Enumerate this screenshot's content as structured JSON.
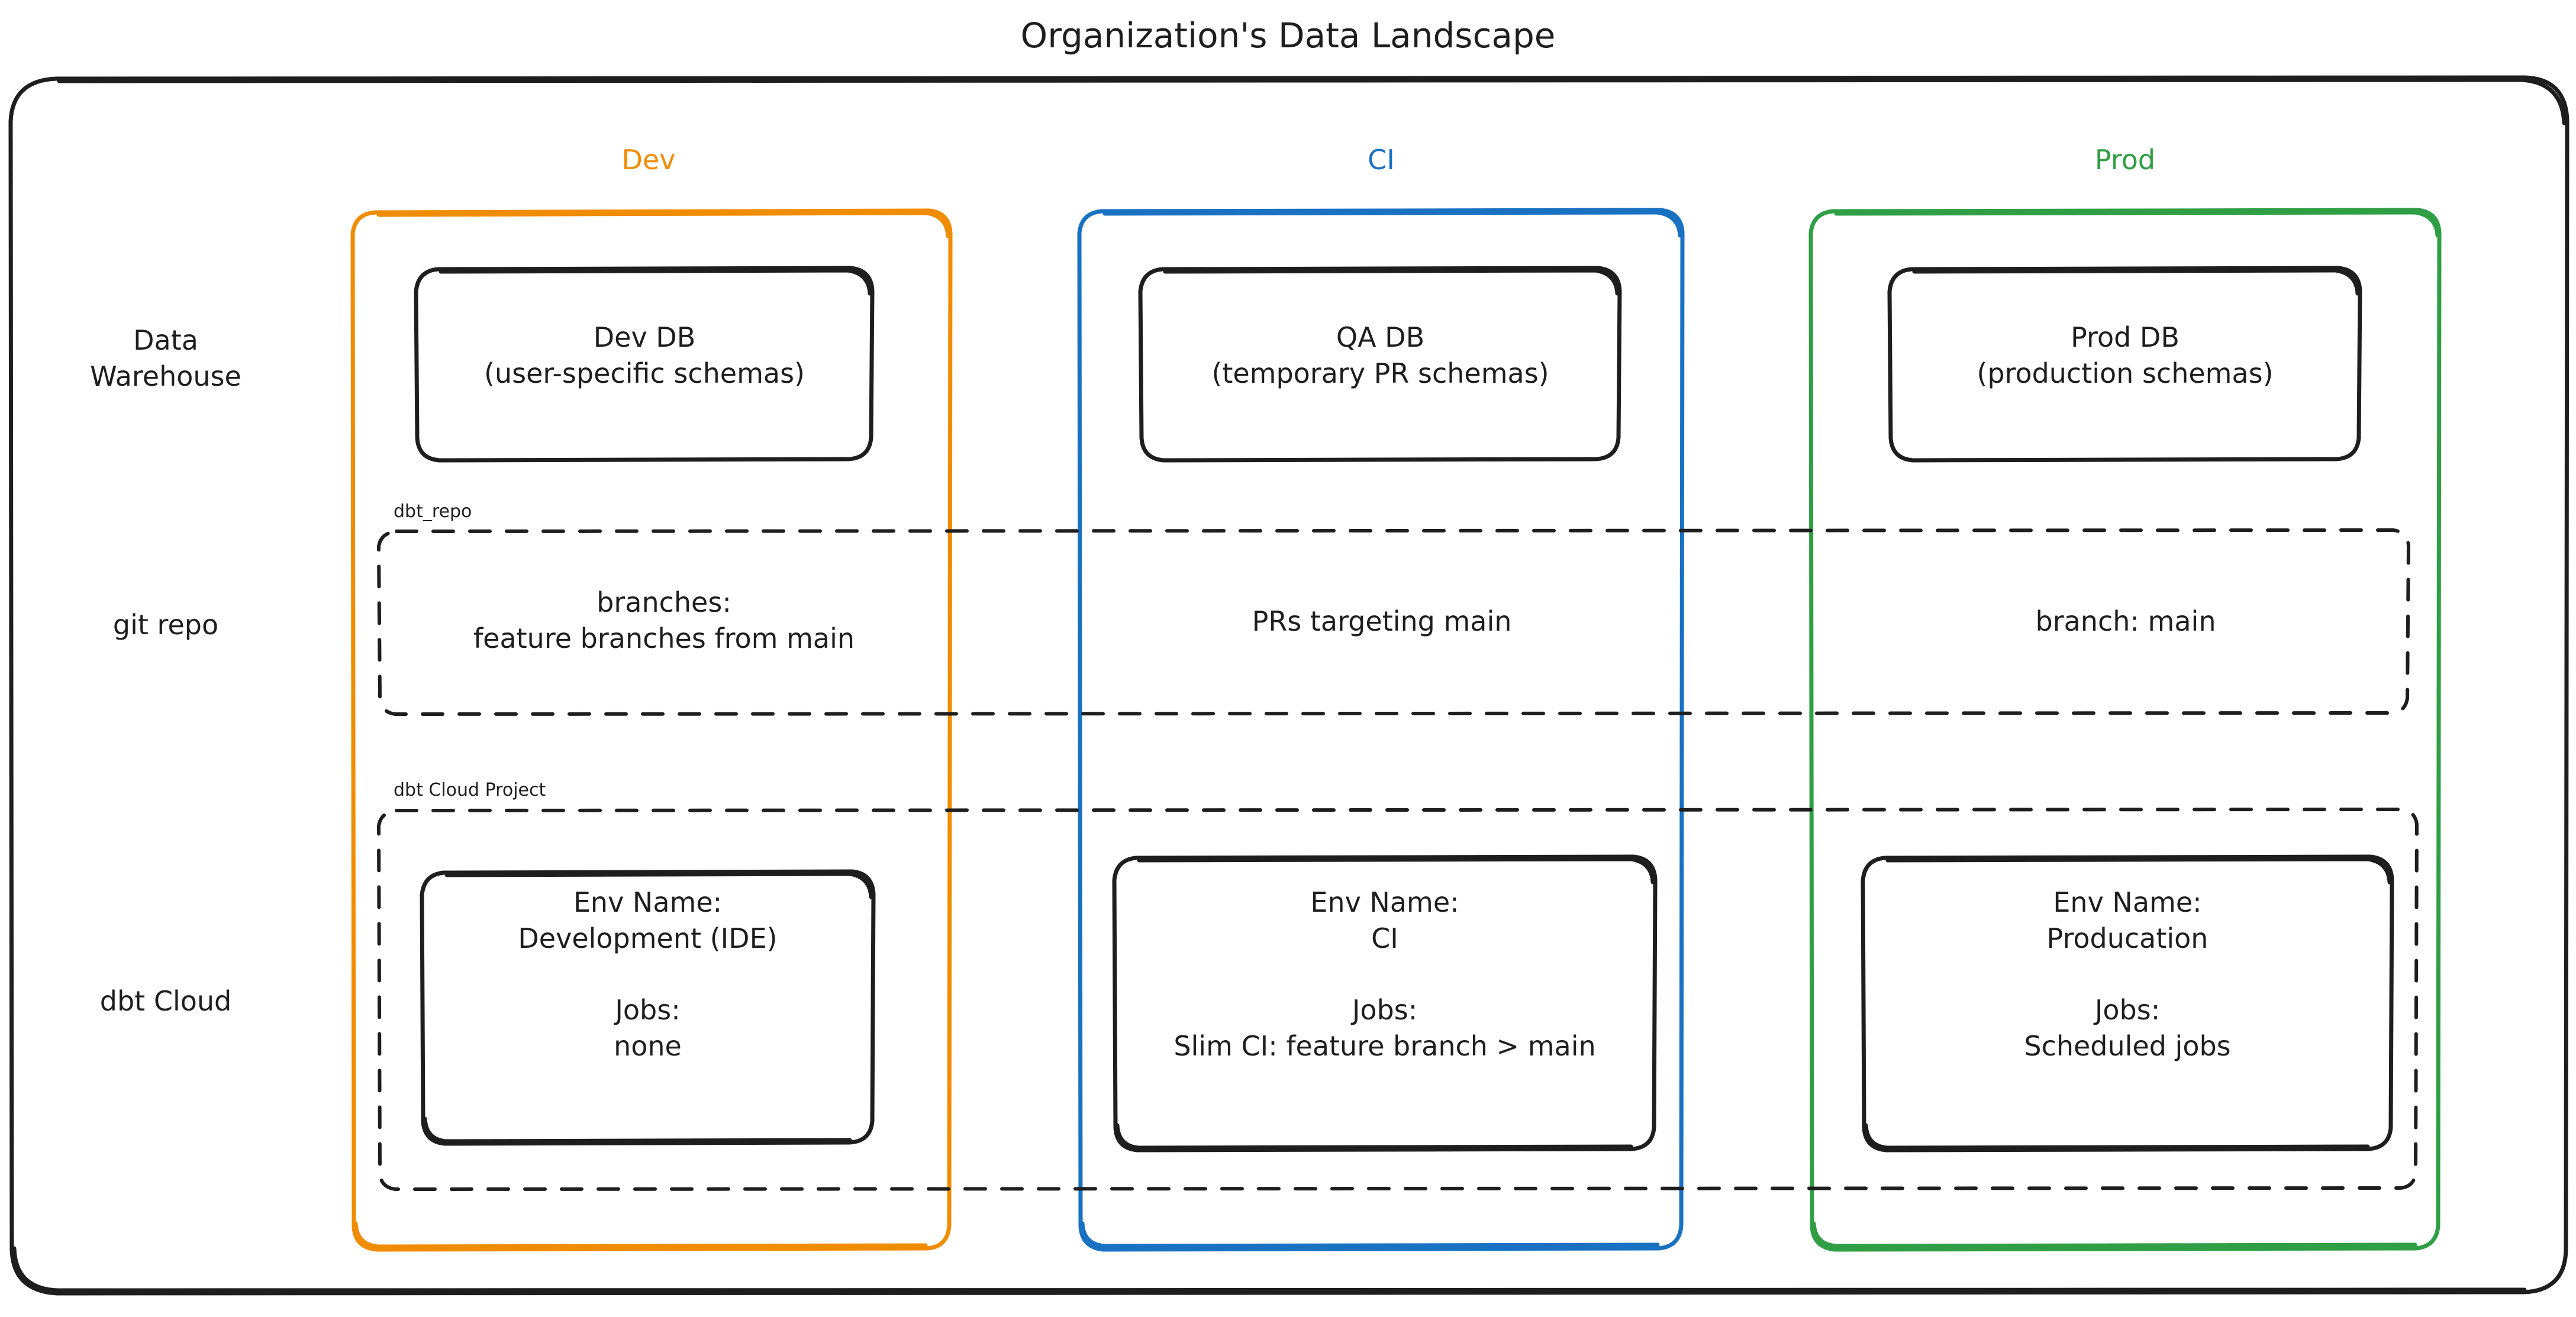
{
  "diagram": {
    "title": "Organization's Data Landscape",
    "colors": {
      "dev": "#f08c00",
      "ci": "#1971c2",
      "prod": "#2f9e44",
      "stroke": "#1e1e1e",
      "background": "#ffffff"
    },
    "columns": [
      {
        "key": "dev",
        "label": "Dev",
        "color": "#f08c00"
      },
      {
        "key": "ci",
        "label": "CI",
        "color": "#1971c2"
      },
      {
        "key": "prod",
        "label": "Prod",
        "color": "#2f9e44"
      }
    ],
    "rows": [
      {
        "key": "warehouse",
        "label": "Data\nWarehouse"
      },
      {
        "key": "git",
        "label": "git repo"
      },
      {
        "key": "dbtcloud",
        "label": "dbt Cloud"
      }
    ],
    "group_tags": {
      "git_repo": "dbt_repo",
      "dbt_cloud_project": "dbt Cloud Project"
    },
    "cells": {
      "warehouse": {
        "dev": "Dev DB\n(user-specific schemas)",
        "ci": "QA DB\n(temporary PR schemas)",
        "prod": "Prod DB\n(production schemas)"
      },
      "git": {
        "dev": "branches:\nfeature branches from main",
        "ci": "PRs targeting main",
        "prod": "branch: main"
      },
      "dbtcloud": {
        "dev": "Env Name:\nDevelopment (IDE)\n\nJobs:\nnone",
        "ci": "Env Name:\nCI\n\nJobs:\nSlim CI: feature branch > main",
        "prod": "Env Name:\nProducation\n\nJobs:\nScheduled jobs"
      }
    }
  }
}
